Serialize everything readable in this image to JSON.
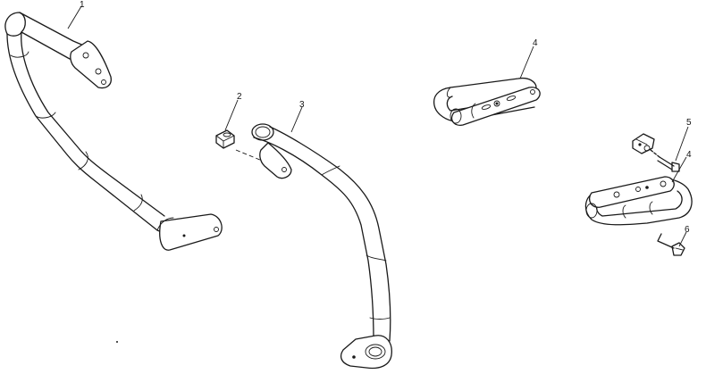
{
  "callouts": [
    {
      "id": "part-1",
      "label": "1"
    },
    {
      "id": "part-2",
      "label": "2"
    },
    {
      "id": "part-3",
      "label": "3"
    },
    {
      "id": "part-4a",
      "label": "4"
    },
    {
      "id": "part-4b",
      "label": "4"
    },
    {
      "id": "part-5",
      "label": "5"
    },
    {
      "id": "part-6",
      "label": "6"
    }
  ],
  "colors": {
    "line": "#1a1a1a",
    "background": "#ffffff"
  }
}
